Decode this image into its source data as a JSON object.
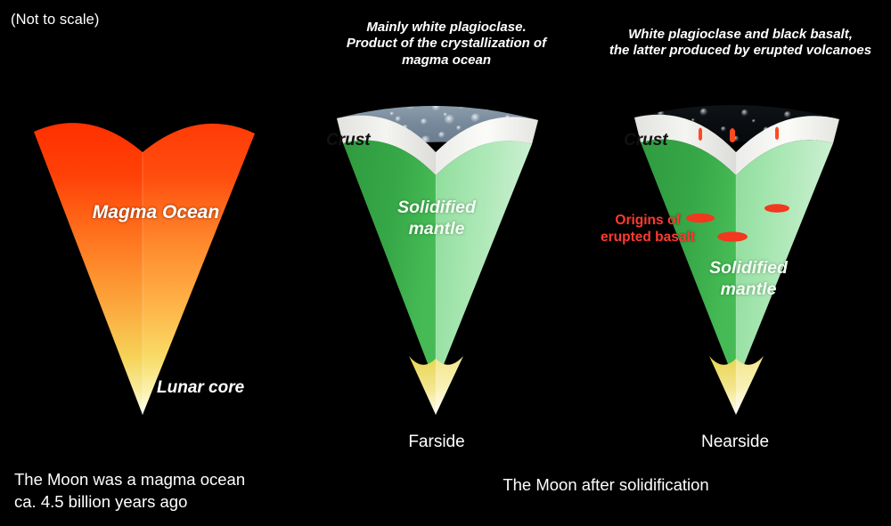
{
  "figure": {
    "scale_note": "(Not to scale)",
    "background_color": "#000000"
  },
  "panels": {
    "left": {
      "name": "magma-ocean-panel",
      "labels": {
        "magma_ocean": "Magma Ocean",
        "lunar_core": "Lunar core"
      },
      "caption_line1": "The Moon was a magma ocean",
      "caption_line2": "ca. 4.5 billion years ago",
      "caption": "The Moon was a magma ocean\nca. 4.5 billion years ago",
      "colors": {
        "magma_top": "#ff3b0c",
        "magma_mid": "#ff8a2a",
        "magma_low": "#f6d84f",
        "core_tip": "#fffde8"
      }
    },
    "middle": {
      "name": "farside-panel",
      "header_line1": "Mainly white plagioclase.",
      "header_line2": "Product of the crystallization of",
      "header_line3": "magma ocean",
      "header": "Mainly white plagioclase.\nProduct of the crystallization of\nmagma ocean",
      "side_name": "Farside",
      "labels": {
        "crust": "Crust",
        "mantle_line1": "Solidified",
        "mantle_line2": "mantle",
        "mantle": "Solidified\nmantle"
      },
      "colors": {
        "surface_regolith": "#7d8e99",
        "crust": "#e8e8e6",
        "mantle_dark": "#3aab4a",
        "mantle_light": "#a8e6b0",
        "core": "#f3e07a"
      }
    },
    "right": {
      "name": "nearside-panel",
      "header_line1": "White plagioclase and black basalt,",
      "header_line2": "the latter produced by erupted volcanoes",
      "header": "White plagioclase and black basalt,\nthe latter produced by erupted volcanoes",
      "side_name": "Nearside",
      "labels": {
        "crust": "Crust",
        "mantle_line1": "Solidified",
        "mantle_line2": "mantle",
        "mantle": "Solidified\nmantle",
        "origins_line1": "Origins of",
        "origins_line2": "erupted basalt",
        "origins": "Origins of\nerupted basalt"
      },
      "colors": {
        "surface_basalt": "#0d1114",
        "crust": "#f0f0ee",
        "mantle_dark": "#3aab4a",
        "mantle_light": "#a8e6b0",
        "core": "#f3e07a",
        "magma_red": "#f2381f"
      }
    },
    "shared_caption": "The Moon after solidification"
  },
  "chart_data": {
    "type": "diagram",
    "title": "Lunar magma ocean evolution — schematic wedge cross-sections",
    "annotations": [
      "(Not to scale)"
    ],
    "panels": [
      {
        "stage": "Magma ocean stage",
        "age": "ca. 4.5 billion years ago",
        "layers": [
          "Magma Ocean",
          "Lunar core"
        ],
        "layer_colors": [
          "#ff3b0c",
          "#fffde8"
        ]
      },
      {
        "stage": "After solidification — Farside",
        "layers": [
          "Regolith surface",
          "Crust",
          "Solidified mantle",
          "Core"
        ],
        "surface_description": "Mainly white plagioclase. Product of the crystallization of magma ocean",
        "layer_colors": [
          "#7d8e99",
          "#e8e8e6",
          "#3aab4a",
          "#f3e07a"
        ]
      },
      {
        "stage": "After solidification — Nearside",
        "layers": [
          "Basalt surface",
          "Crust",
          "Solidified mantle",
          "Core"
        ],
        "surface_description": "White plagioclase and black basalt, the latter produced by erupted volcanoes",
        "features": [
          "Origins of erupted basalt (3 magma reservoirs with conduits)"
        ],
        "layer_colors": [
          "#0d1114",
          "#f0f0ee",
          "#3aab4a",
          "#f3e07a"
        ]
      }
    ]
  }
}
